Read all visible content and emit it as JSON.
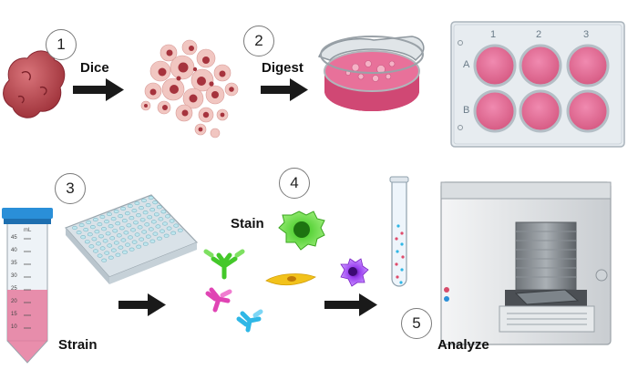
{
  "steps": [
    {
      "number": "1",
      "label": "Dice"
    },
    {
      "number": "2",
      "label": "Digest"
    },
    {
      "number": "3",
      "label": "Strain"
    },
    {
      "number": "4",
      "label": "Stain"
    },
    {
      "number": "5",
      "label": "Analyze"
    }
  ],
  "well_plate": {
    "columns": [
      "1",
      "2",
      "3"
    ],
    "rows": [
      "A",
      "B"
    ]
  },
  "tube": {
    "unit": "mL",
    "scale": [
      "45",
      "40",
      "35",
      "30",
      "25",
      "20",
      "15",
      "10"
    ]
  },
  "colors": {
    "tissue": "#b5434a",
    "media": "#e0628f",
    "stain_green": "#44c82a",
    "stain_magenta": "#e044b4",
    "stain_cyan": "#2fb7e6",
    "stain_yellow": "#f2c21b",
    "stain_purple": "#8b2be0",
    "arrow": "#1a1a1a"
  }
}
